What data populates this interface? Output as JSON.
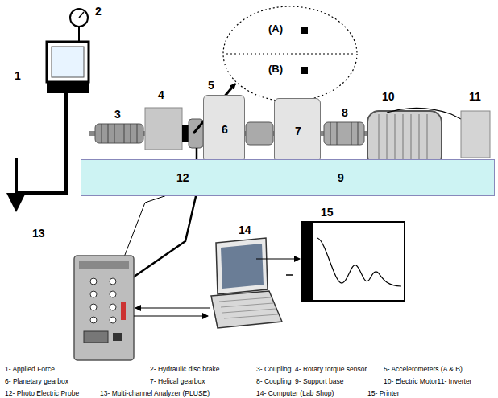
{
  "diagram": {
    "nodes": [
      {
        "text": [
          "(A)",
          "(B)"
        ]
      },
      {
        "text": [
          "6"
        ]
      },
      {
        "text": [
          "7"
        ]
      },
      {
        "text": [
          "12",
          "9"
        ]
      }
    ],
    "labels": [
      "1",
      "2",
      "3",
      "4",
      "5",
      "8",
      "10",
      "11",
      "13",
      "14",
      "15",
      "1- Applied Force",
      "2- Hydraulic disc brake",
      "3- Coupling",
      "4- Rotary torque sensor",
      "5- Accelerometers (A & B)",
      "6- Planetary gearbox",
      "7- Helical gearbox",
      "8- Coupling",
      "9- Support base",
      "10- Electric Motor11- Inverter",
      "12- Photo Electric Probe",
      "13- Multi-channel Analyzer (PLUSE)",
      "14- Computer (Lab Shop)",
      "15- Printer"
    ]
  }
}
